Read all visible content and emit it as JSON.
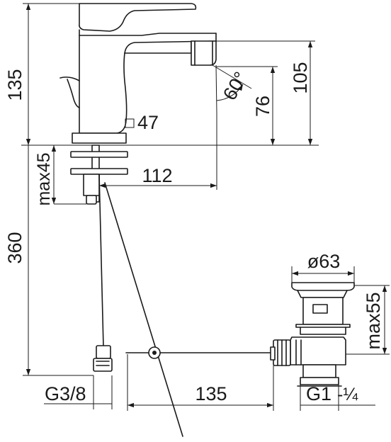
{
  "dimensions": {
    "total_height": "135",
    "spout_height": "105",
    "spout_angle": "60°",
    "outlet_height": "76",
    "base_square": "47",
    "max_deck": "max45",
    "reach": "112",
    "hose_length": "360",
    "hose_thread": "G3/8",
    "rod_length": "135",
    "waste_diameter": "ø63",
    "waste_max": "max55",
    "waste_thread": "G1",
    "waste_thread_fraction": "-¼"
  },
  "colors": {
    "line": "#1a1a1a",
    "background": "#ffffff"
  }
}
